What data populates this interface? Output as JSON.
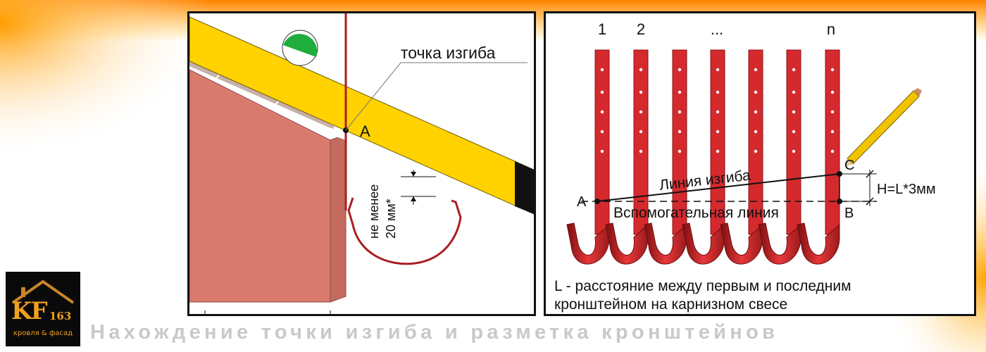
{
  "left_diagram": {
    "bend_point_label": "точка изгиба",
    "point_a": "A",
    "min_distance_line1": "не менее",
    "min_distance_line2": "20 мм*"
  },
  "right_diagram": {
    "bracket_numbers": [
      "1",
      "2",
      "...",
      "n"
    ],
    "bend_line_label": "Линия изгиба",
    "auxiliary_line_label": "Вспомогательная линия",
    "point_a": "A",
    "point_b": "B",
    "point_c": "C",
    "height_formula": "H=L*3мм",
    "legend_line1": "L - расстояние между первым и последним",
    "legend_line2": "кронштейном на карнизном свесе"
  },
  "logo": {
    "main": "KF",
    "number": "163",
    "subtitle": "кровля & фасад"
  },
  "caption": "Нахождение точки изгиба и разметка кронштейнов",
  "colors": {
    "bracket_red": "#d42a2e",
    "board_yellow": "#ffd200",
    "fascia_pink": "#d97a6e",
    "background_orange": "#ff8a00"
  }
}
